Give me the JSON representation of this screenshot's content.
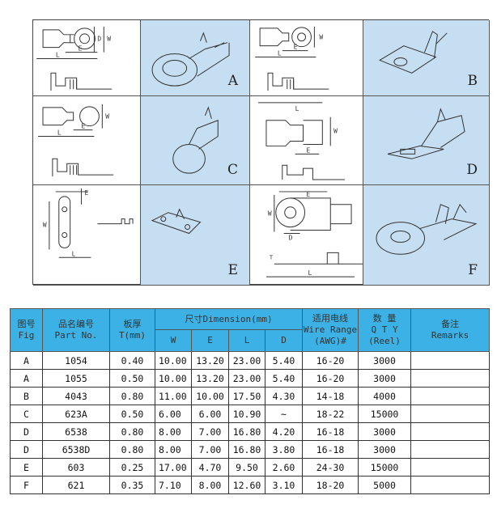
{
  "figures": [
    {
      "letter": "A",
      "dims": [
        "D",
        "W",
        "L",
        "E"
      ]
    },
    {
      "letter": "B",
      "dims": [
        "W",
        "L",
        "E"
      ]
    },
    {
      "letter": "C",
      "dims": [
        "W",
        "L",
        "E"
      ]
    },
    {
      "letter": "D",
      "dims": [
        "L",
        "W",
        "E"
      ]
    },
    {
      "letter": "E",
      "dims": [
        "E",
        "W",
        "L"
      ]
    },
    {
      "letter": "F",
      "dims": [
        "E",
        "W",
        "D",
        "T",
        "L"
      ]
    }
  ],
  "table": {
    "headers": {
      "fig_cn": "图号",
      "fig_en": "Fig",
      "part_cn": "品名编号",
      "part_en": "Part No.",
      "thick_cn": "板厚",
      "thick_en": "T(mm)",
      "dim": "尺寸Dimension(mm)",
      "w": "W",
      "e": "E",
      "l": "L",
      "d": "D",
      "wire_cn": "适用电线",
      "wire_en": "Wire Range",
      "wire_unit": "(AWG)#",
      "qty_cn": "数 量",
      "qty_en": "Q T Y",
      "qty_unit": "(Reel)",
      "remarks_cn": "备注",
      "remarks_en": "Remarks"
    },
    "rows": [
      [
        "A",
        "1054",
        "0.40",
        "10.00",
        "13.20",
        "23.00",
        "5.40",
        "16-20",
        "3000",
        ""
      ],
      [
        "A",
        "1055",
        "0.50",
        "10.00",
        "13.20",
        "23.00",
        "5.40",
        "16-20",
        "3000",
        ""
      ],
      [
        "B",
        "4043",
        "0.80",
        "11.00",
        "10.00",
        "17.50",
        "4.30",
        "14-18",
        "4000",
        ""
      ],
      [
        "C",
        "623A",
        "0.50",
        "6.00",
        "6.00",
        "10.90",
        "~",
        "18-22",
        "15000",
        ""
      ],
      [
        "D",
        "6538",
        "0.80",
        "8.00",
        "7.00",
        "16.80",
        "4.20",
        "16-18",
        "3000",
        ""
      ],
      [
        "D",
        "6538D",
        "0.80",
        "8.00",
        "7.00",
        "16.80",
        "3.80",
        "16-18",
        "3000",
        ""
      ],
      [
        "E",
        "603",
        "0.25",
        "17.00",
        "4.70",
        "9.50",
        "2.60",
        "24-30",
        "15000",
        ""
      ],
      [
        "F",
        "621",
        "0.35",
        "7.10",
        "8.00",
        "12.60",
        "3.10",
        "18-20",
        "5000",
        ""
      ]
    ]
  }
}
